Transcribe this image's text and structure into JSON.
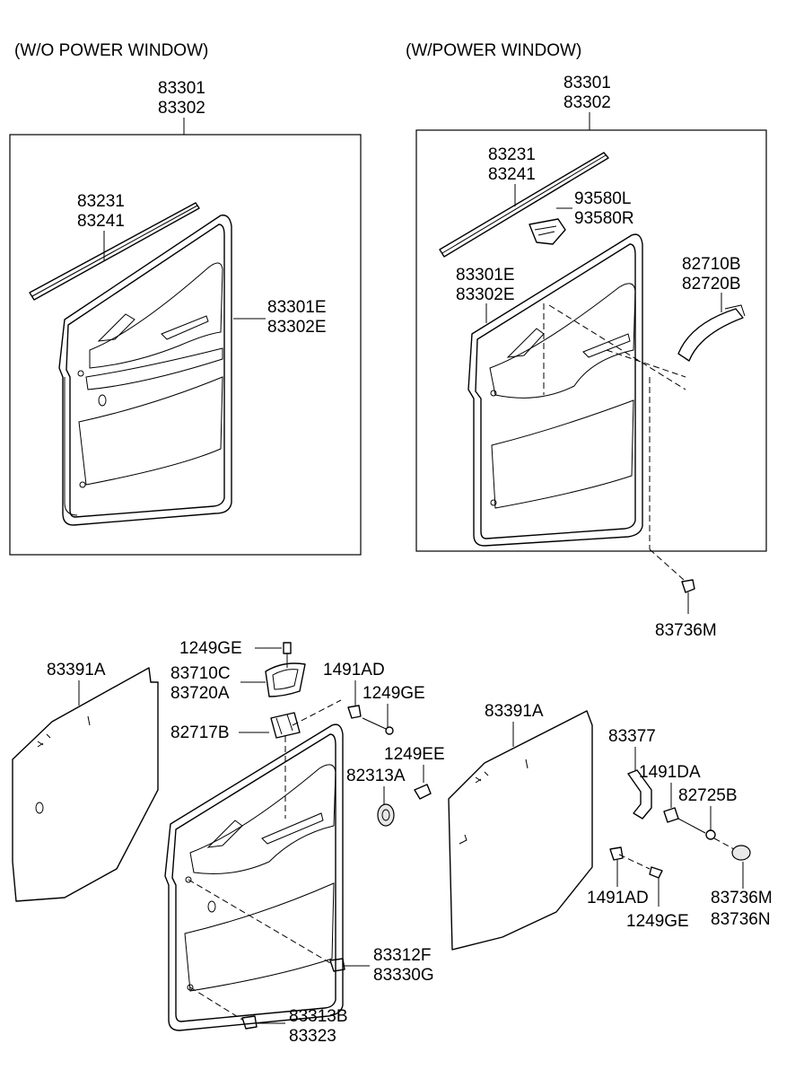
{
  "headers": {
    "left": "(W/O POWER WINDOW)",
    "right": "(W/POWER WINDOW)"
  },
  "left_box": {
    "panel_assy": [
      "83301",
      "83302"
    ],
    "weatherstrip": [
      "83231",
      "83241"
    ],
    "panel": [
      "83301E",
      "83302E"
    ]
  },
  "right_box": {
    "panel_assy": [
      "83301",
      "83302"
    ],
    "weatherstrip": [
      "83231",
      "83241"
    ],
    "switch": [
      "93580L",
      "93580R"
    ],
    "panel": [
      "83301E",
      "83302E"
    ],
    "handle": [
      "82710B",
      "82720B"
    ],
    "clip": [
      "83736M"
    ]
  },
  "lower_left": {
    "screw_top": "1249GE",
    "cover": [
      "83710C",
      "83720A"
    ],
    "bracket": "82717B",
    "seal": "83391A",
    "fastener_clip": "1491AD",
    "screw_right": "1249GE",
    "bolt": "1249EE",
    "speaker_cap": "82313A",
    "clips_mid": [
      "83312F",
      "83330G"
    ],
    "clips_bottom": [
      "83313B",
      "83323"
    ]
  },
  "lower_right": {
    "seal": "83391A",
    "bracket": "83377",
    "clip_top": "1491DA",
    "screw_top": "82725B",
    "clip_bottom": "1491AD",
    "screw_bottom": "1249GE",
    "clips": [
      "83736M",
      "83736N"
    ]
  }
}
